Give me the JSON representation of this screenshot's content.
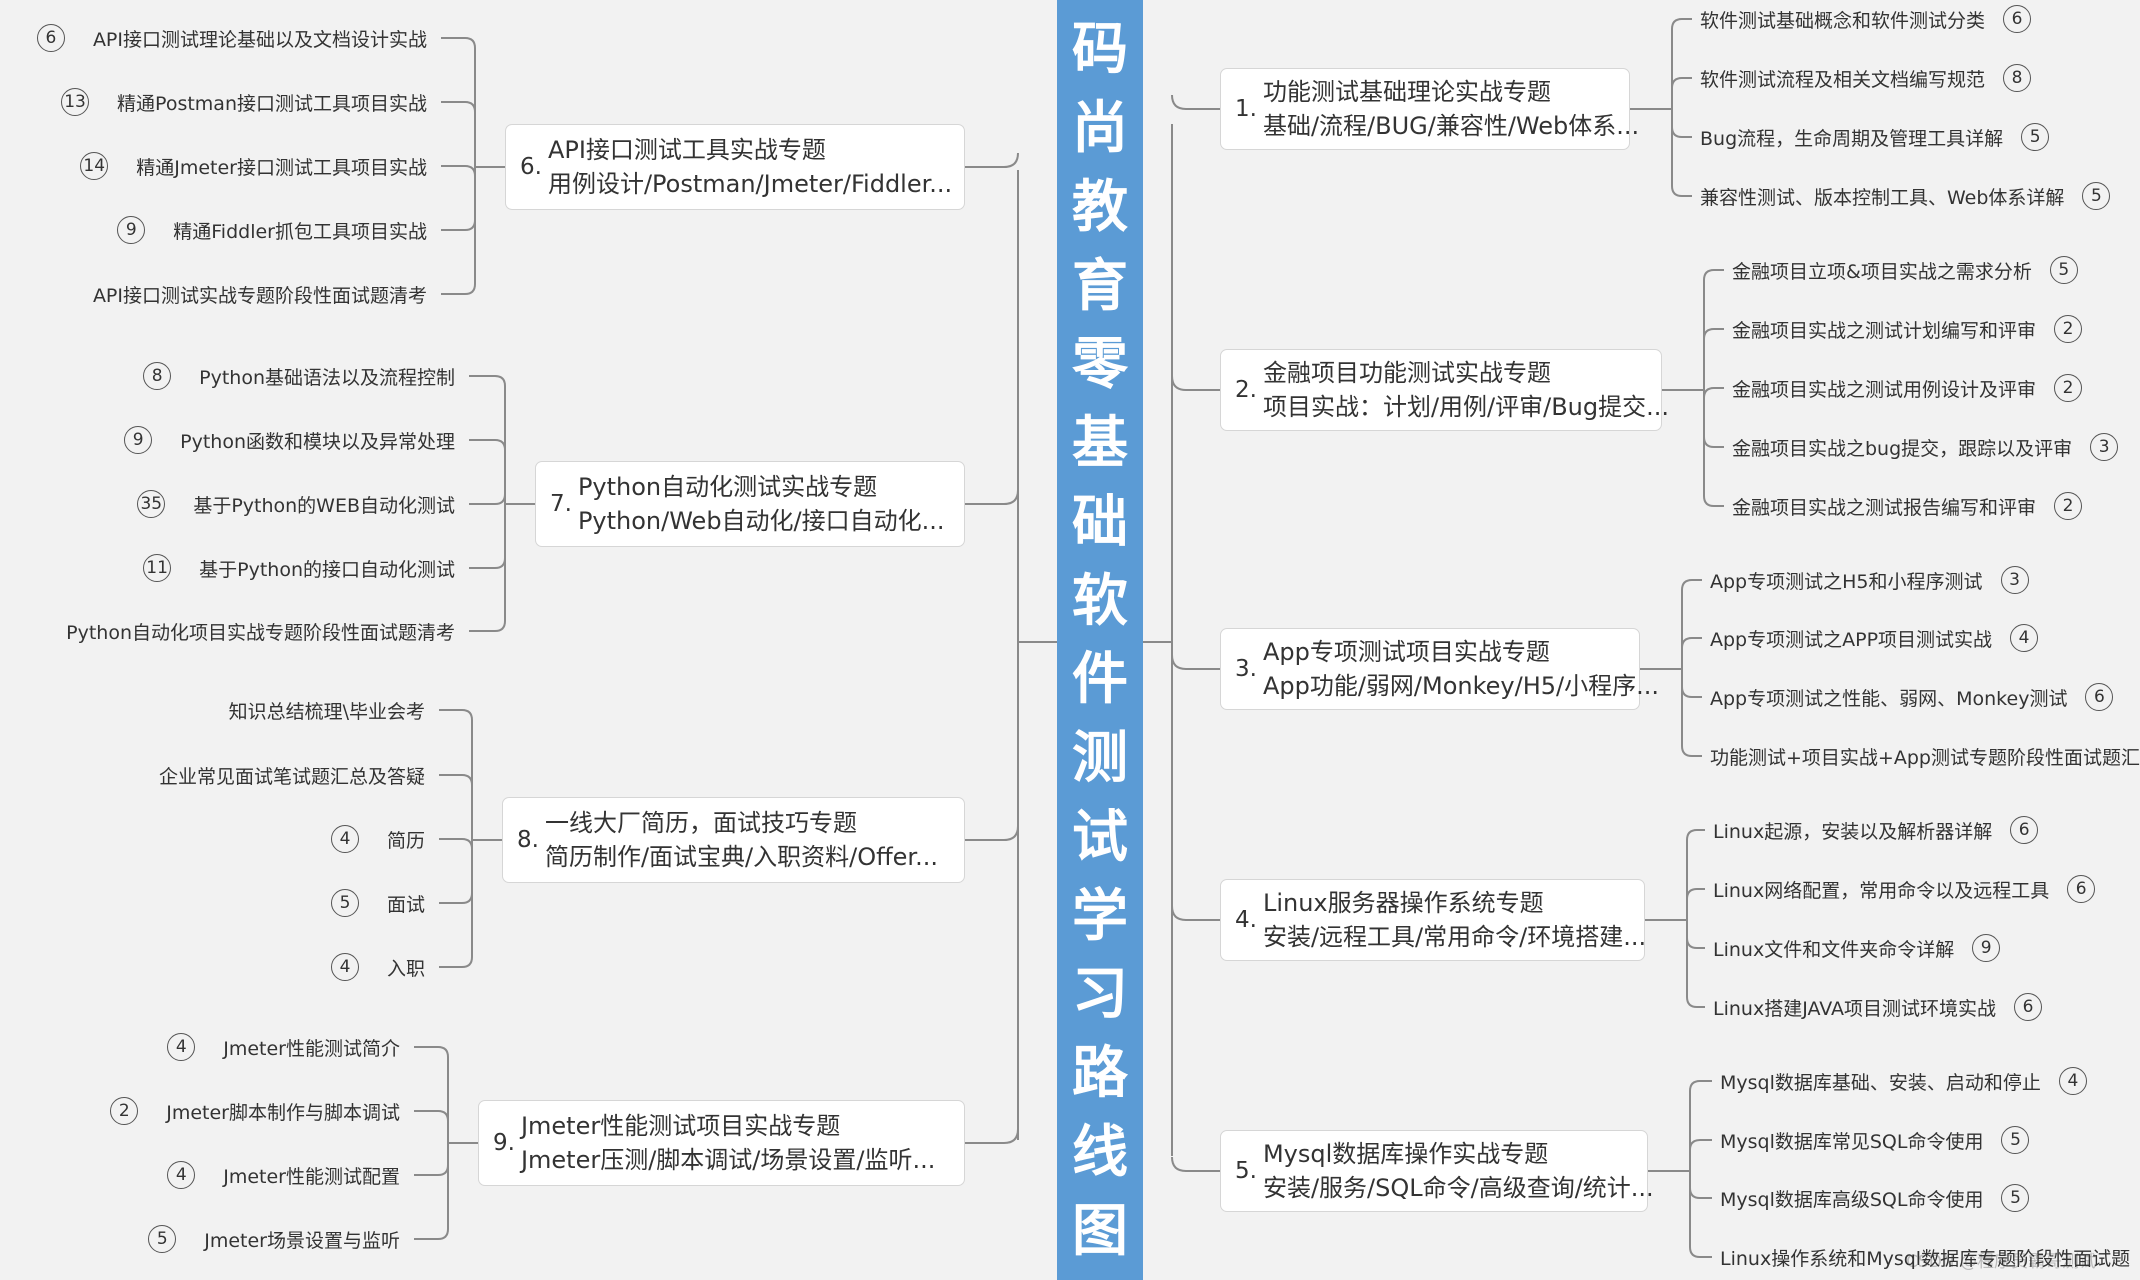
{
  "central_title": "码尚教育零基础软件测试学习路线图",
  "watermark": "CSDN @程序员霸哥测试",
  "right_topics": [
    {
      "num": "1.",
      "line1": "功能测试基础理论实战专题",
      "line2": "基础/流程/BUG/兼容性/Web体系...",
      "children": [
        {
          "text": "软件测试基础概念和软件测试分类",
          "count": "6"
        },
        {
          "text": "软件测试流程及相关文档编写规范",
          "count": "8"
        },
        {
          "text": "Bug流程，生命周期及管理工具详解",
          "count": "5"
        },
        {
          "text": "兼容性测试、版本控制工具、Web体系详解",
          "count": "5"
        }
      ]
    },
    {
      "num": "2.",
      "line1": "金融项目功能测试实战专题",
      "line2": "项目实战：计划/用例/评审/Bug提交...",
      "children": [
        {
          "text": "金融项目立项&项目实战之需求分析",
          "count": "5"
        },
        {
          "text": "金融项目实战之测试计划编写和评审",
          "count": "2"
        },
        {
          "text": "金融项目实战之测试用例设计及评审",
          "count": "2"
        },
        {
          "text": "金融项目实战之bug提交，跟踪以及评审",
          "count": "3"
        },
        {
          "text": "金融项目实战之测试报告编写和评审",
          "count": "2"
        }
      ]
    },
    {
      "num": "3.",
      "line1": "App专项测试项目实战专题",
      "line2": "App功能/弱网/Monkey/H5/小程序...",
      "children": [
        {
          "text": "App专项测试之H5和小程序测试",
          "count": "3"
        },
        {
          "text": "App专项测试之APP项目测试实战",
          "count": "4"
        },
        {
          "text": "App专项测试之性能、弱网、Monkey测试",
          "count": "6"
        },
        {
          "text": "功能测试+项目实战+App测试专题阶段性面试题汇",
          "count": ""
        }
      ]
    },
    {
      "num": "4.",
      "line1": "Linux服务器操作系统专题",
      "line2": "安装/远程工具/常用命令/环境搭建...",
      "children": [
        {
          "text": "Linux起源，安装以及解析器详解",
          "count": "6"
        },
        {
          "text": "Linux网络配置，常用命令以及远程工具",
          "count": "6"
        },
        {
          "text": "Linux文件和文件夹命令详解",
          "count": "9"
        },
        {
          "text": "Linux搭建JAVA项目测试环境实战",
          "count": "6"
        }
      ]
    },
    {
      "num": "5.",
      "line1": "Mysql数据库操作实战专题",
      "line2": "安装/服务/SQL命令/高级查询/统计...",
      "children": [
        {
          "text": "Mysql数据库基础、安装、启动和停止",
          "count": "4"
        },
        {
          "text": "Mysql数据库常见SQL命令使用",
          "count": "5"
        },
        {
          "text": "Mysql数据库高级SQL命令使用",
          "count": "5"
        },
        {
          "text": "Linux操作系统和Mysql数据库专题阶段性面试题",
          "count": ""
        }
      ]
    }
  ],
  "left_topics": [
    {
      "num": "6.",
      "line1": "API接口测试工具实战专题",
      "line2": "用例设计/Postman/Jmeter/Fiddler...",
      "children": [
        {
          "text": "API接口测试理论基础以及文档设计实战",
          "count": "6"
        },
        {
          "text": "精通Postman接口测试工具项目实战",
          "count": "13"
        },
        {
          "text": "精通Jmeter接口测试工具项目实战",
          "count": "14"
        },
        {
          "text": "精通Fiddler抓包工具项目实战",
          "count": "9"
        },
        {
          "text": "API接口测试实战专题阶段性面试题清考",
          "count": ""
        }
      ]
    },
    {
      "num": "7.",
      "line1": "Python自动化测试实战专题",
      "line2": "Python/Web自动化/接口自动化...",
      "children": [
        {
          "text": "Python基础语法以及流程控制",
          "count": "8"
        },
        {
          "text": "Python函数和模块以及异常处理",
          "count": "9"
        },
        {
          "text": "基于Python的WEB自动化测试",
          "count": "35"
        },
        {
          "text": "基于Python的接口自动化测试",
          "count": "11"
        },
        {
          "text": "Python自动化项目实战专题阶段性面试题清考",
          "count": ""
        }
      ]
    },
    {
      "num": "8.",
      "line1": "一线大厂简历，面试技巧专题",
      "line2": "简历制作/面试宝典/入职资料/Offer...",
      "children": [
        {
          "text": "知识总结梳理\\毕业会考",
          "count": ""
        },
        {
          "text": "企业常见面试笔试题汇总及答疑",
          "count": ""
        },
        {
          "text": "简历",
          "count": "4"
        },
        {
          "text": "面试",
          "count": "5"
        },
        {
          "text": "入职",
          "count": "4"
        }
      ]
    },
    {
      "num": "9.",
      "line1": "Jmeter性能测试项目实战专题",
      "line2": "Jmeter压测/脚本调试/场景设置/监听...",
      "children": [
        {
          "text": "Jmeter性能测试简介",
          "count": "4"
        },
        {
          "text": "Jmeter脚本制作与脚本调试",
          "count": "2"
        },
        {
          "text": "Jmeter性能测试配置",
          "count": "4"
        },
        {
          "text": "Jmeter场景设置与监听",
          "count": "5"
        }
      ]
    }
  ]
}
